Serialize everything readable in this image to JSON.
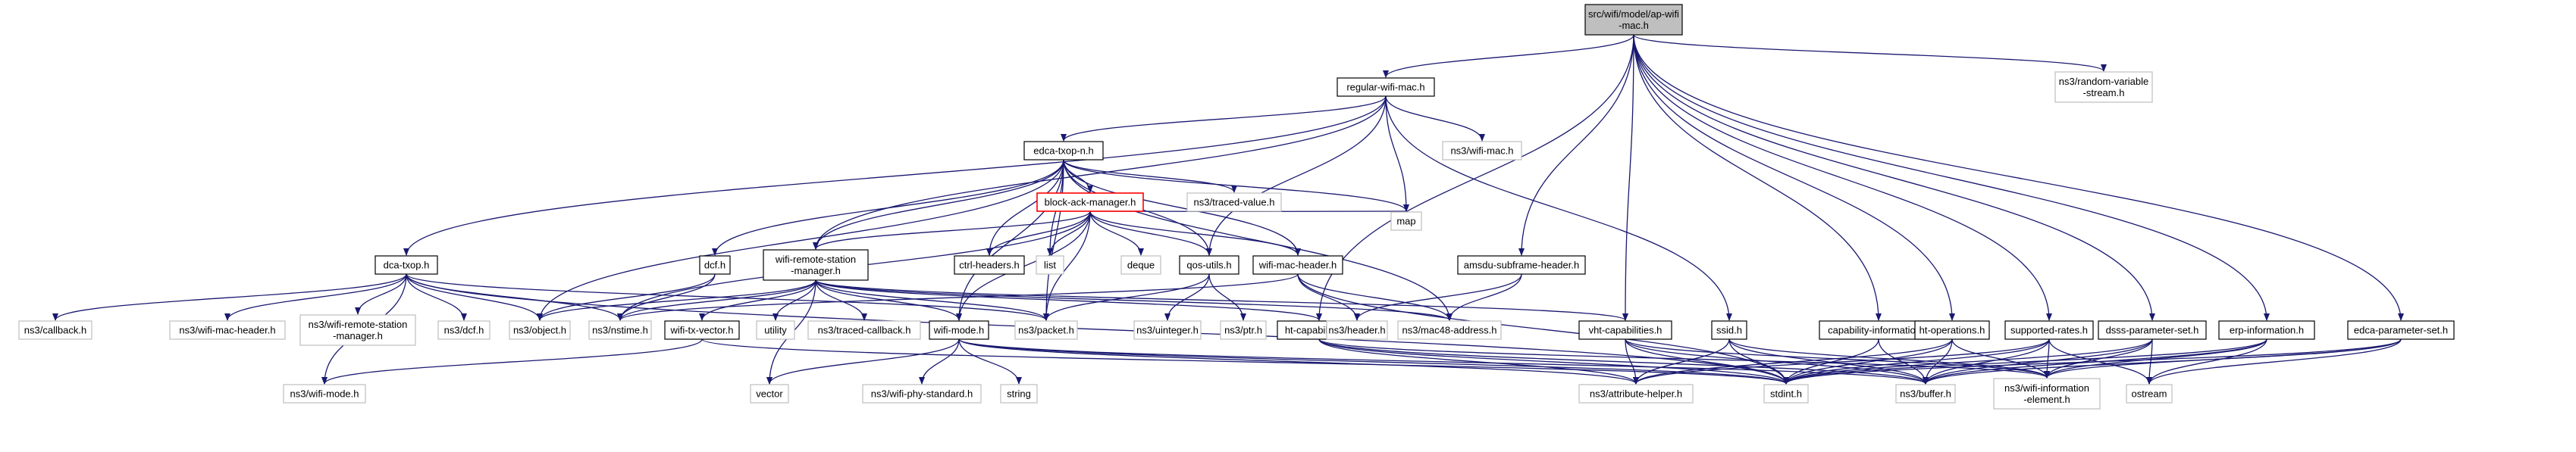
{
  "graph": {
    "title": "src/wifi/model/ap-wifi-mac.h",
    "nodes": [
      {
        "id": "root",
        "label": [
          "src/wifi/model/ap-wifi",
          "-mac.h"
        ],
        "kind": "root"
      },
      {
        "id": "regular-wifi-mac",
        "label": [
          "regular-wifi-mac.h"
        ],
        "kind": "file"
      },
      {
        "id": "random-variable-stream",
        "label": [
          "ns3/random-variable",
          "-stream.h"
        ],
        "kind": "external"
      },
      {
        "id": "edca-txop-n",
        "label": [
          "edca-txop-n.h"
        ],
        "kind": "file"
      },
      {
        "id": "ns3-wifi-mac",
        "label": [
          "ns3/wifi-mac.h"
        ],
        "kind": "external"
      },
      {
        "id": "block-ack-manager",
        "label": [
          "block-ack-manager.h"
        ],
        "kind": "highlighted"
      },
      {
        "id": "ns3-traced-value",
        "label": [
          "ns3/traced-value.h"
        ],
        "kind": "external"
      },
      {
        "id": "map",
        "label": [
          "map"
        ],
        "kind": "external"
      },
      {
        "id": "dca-txop",
        "label": [
          "dca-txop.h"
        ],
        "kind": "file"
      },
      {
        "id": "dcf",
        "label": [
          "dcf.h"
        ],
        "kind": "file"
      },
      {
        "id": "wifi-remote-station-manager",
        "label": [
          "wifi-remote-station",
          "-manager.h"
        ],
        "kind": "file"
      },
      {
        "id": "ctrl-headers",
        "label": [
          "ctrl-headers.h"
        ],
        "kind": "file"
      },
      {
        "id": "list",
        "label": [
          "list"
        ],
        "kind": "external"
      },
      {
        "id": "deque",
        "label": [
          "deque"
        ],
        "kind": "external"
      },
      {
        "id": "qos-utils",
        "label": [
          "qos-utils.h"
        ],
        "kind": "file"
      },
      {
        "id": "wifi-mac-header",
        "label": [
          "wifi-mac-header.h"
        ],
        "kind": "file"
      },
      {
        "id": "amsdu-subframe-header",
        "label": [
          "amsdu-subframe-header.h"
        ],
        "kind": "file"
      },
      {
        "id": "ns3-callback",
        "label": [
          "ns3/callback.h"
        ],
        "kind": "external"
      },
      {
        "id": "ns3-wifi-mac-header",
        "label": [
          "ns3/wifi-mac-header.h"
        ],
        "kind": "external"
      },
      {
        "id": "ns3-wifi-remote-station-manager",
        "label": [
          "ns3/wifi-remote-station",
          "-manager.h"
        ],
        "kind": "external"
      },
      {
        "id": "ns3-dcf",
        "label": [
          "ns3/dcf.h"
        ],
        "kind": "external"
      },
      {
        "id": "ns3-object",
        "label": [
          "ns3/object.h"
        ],
        "kind": "external"
      },
      {
        "id": "ns3-nstime",
        "label": [
          "ns3/nstime.h"
        ],
        "kind": "external"
      },
      {
        "id": "wifi-tx-vector",
        "label": [
          "wifi-tx-vector.h"
        ],
        "kind": "file"
      },
      {
        "id": "utility",
        "label": [
          "utility"
        ],
        "kind": "external"
      },
      {
        "id": "ns3-traced-callback",
        "label": [
          "ns3/traced-callback.h"
        ],
        "kind": "external"
      },
      {
        "id": "wifi-mode",
        "label": [
          "wifi-mode.h"
        ],
        "kind": "file"
      },
      {
        "id": "ns3-packet",
        "label": [
          "ns3/packet.h"
        ],
        "kind": "external"
      },
      {
        "id": "ns3-uinteger",
        "label": [
          "ns3/uinteger.h"
        ],
        "kind": "external"
      },
      {
        "id": "ns3-ptr",
        "label": [
          "ns3/ptr.h"
        ],
        "kind": "external"
      },
      {
        "id": "ht-capabilities",
        "label": [
          "ht-capabilities.h"
        ],
        "kind": "file"
      },
      {
        "id": "ns3-header",
        "label": [
          "ns3/header.h"
        ],
        "kind": "external"
      },
      {
        "id": "ns3-mac48-address",
        "label": [
          "ns3/mac48-address.h"
        ],
        "kind": "external"
      },
      {
        "id": "vht-capabilities",
        "label": [
          "vht-capabilities.h"
        ],
        "kind": "file"
      },
      {
        "id": "ssid",
        "label": [
          "ssid.h"
        ],
        "kind": "file"
      },
      {
        "id": "capability-information",
        "label": [
          "capability-information.h"
        ],
        "kind": "file"
      },
      {
        "id": "ht-operations",
        "label": [
          "ht-operations.h"
        ],
        "kind": "file"
      },
      {
        "id": "supported-rates",
        "label": [
          "supported-rates.h"
        ],
        "kind": "file"
      },
      {
        "id": "dsss-parameter-set",
        "label": [
          "dsss-parameter-set.h"
        ],
        "kind": "file"
      },
      {
        "id": "erp-information",
        "label": [
          "erp-information.h"
        ],
        "kind": "file"
      },
      {
        "id": "edca-parameter-set",
        "label": [
          "edca-parameter-set.h"
        ],
        "kind": "file"
      },
      {
        "id": "ns3-wifi-mode",
        "label": [
          "ns3/wifi-mode.h"
        ],
        "kind": "external"
      },
      {
        "id": "vector",
        "label": [
          "vector"
        ],
        "kind": "external"
      },
      {
        "id": "ns3-wifi-phy-standard",
        "label": [
          "ns3/wifi-phy-standard.h"
        ],
        "kind": "external"
      },
      {
        "id": "string",
        "label": [
          "string"
        ],
        "kind": "external"
      },
      {
        "id": "ns3-attribute-helper",
        "label": [
          "ns3/attribute-helper.h"
        ],
        "kind": "external"
      },
      {
        "id": "stdint",
        "label": [
          "stdint.h"
        ],
        "kind": "external"
      },
      {
        "id": "ns3-buffer",
        "label": [
          "ns3/buffer.h"
        ],
        "kind": "external"
      },
      {
        "id": "ns3-wifi-information-element",
        "label": [
          "ns3/wifi-information",
          "-element.h"
        ],
        "kind": "external"
      },
      {
        "id": "ostream",
        "label": [
          "ostream"
        ],
        "kind": "external"
      }
    ],
    "edges": [
      [
        "root",
        "regular-wifi-mac"
      ],
      [
        "root",
        "random-variable-stream"
      ],
      [
        "root",
        "amsdu-subframe-header"
      ],
      [
        "root",
        "ht-capabilities"
      ],
      [
        "root",
        "vht-capabilities"
      ],
      [
        "root",
        "capability-information"
      ],
      [
        "root",
        "ht-operations"
      ],
      [
        "root",
        "supported-rates"
      ],
      [
        "root",
        "dsss-parameter-set"
      ],
      [
        "root",
        "erp-information"
      ],
      [
        "root",
        "edca-parameter-set"
      ],
      [
        "regular-wifi-mac",
        "edca-txop-n"
      ],
      [
        "regular-wifi-mac",
        "ns3-wifi-mac"
      ],
      [
        "regular-wifi-mac",
        "dca-txop"
      ],
      [
        "regular-wifi-mac",
        "wifi-remote-station-manager"
      ],
      [
        "regular-wifi-mac",
        "qos-utils"
      ],
      [
        "regular-wifi-mac",
        "map"
      ],
      [
        "regular-wifi-mac",
        "ssid"
      ],
      [
        "edca-txop-n",
        "block-ack-manager"
      ],
      [
        "edca-txop-n",
        "ns3-traced-value"
      ],
      [
        "edca-txop-n",
        "map"
      ],
      [
        "edca-txop-n",
        "dcf"
      ],
      [
        "edca-txop-n",
        "wifi-remote-station-manager"
      ],
      [
        "edca-txop-n",
        "ctrl-headers"
      ],
      [
        "edca-txop-n",
        "list"
      ],
      [
        "edca-txop-n",
        "qos-utils"
      ],
      [
        "edca-txop-n",
        "wifi-mac-header"
      ],
      [
        "edca-txop-n",
        "ns3-object"
      ],
      [
        "edca-txop-n",
        "ns3-packet"
      ],
      [
        "edca-txop-n",
        "wifi-mode"
      ],
      [
        "edca-txop-n",
        "ns3-mac48-address"
      ],
      [
        "block-ack-manager",
        "map"
      ],
      [
        "block-ack-manager",
        "list"
      ],
      [
        "block-ack-manager",
        "deque"
      ],
      [
        "block-ack-manager",
        "ctrl-headers"
      ],
      [
        "block-ack-manager",
        "qos-utils"
      ],
      [
        "block-ack-manager",
        "wifi-mac-header"
      ],
      [
        "block-ack-manager",
        "wifi-remote-station-manager"
      ],
      [
        "block-ack-manager",
        "ns3-packet"
      ],
      [
        "block-ack-manager",
        "wifi-mode"
      ],
      [
        "block-ack-manager",
        "ns3-nstime"
      ],
      [
        "dca-txop",
        "ns3-callback"
      ],
      [
        "dca-txop",
        "ns3-wifi-mac-header"
      ],
      [
        "dca-txop",
        "ns3-wifi-remote-station-manager"
      ],
      [
        "dca-txop",
        "ns3-dcf"
      ],
      [
        "dca-txop",
        "ns3-object"
      ],
      [
        "dca-txop",
        "ns3-nstime"
      ],
      [
        "dca-txop",
        "ns3-packet"
      ],
      [
        "dca-txop",
        "ns3-wifi-mode"
      ],
      [
        "dca-txop",
        "stdint"
      ],
      [
        "dcf",
        "ns3-object"
      ],
      [
        "dcf",
        "ns3-nstime"
      ],
      [
        "wifi-remote-station-manager",
        "ns3-object"
      ],
      [
        "wifi-remote-station-manager",
        "ns3-nstime"
      ],
      [
        "wifi-remote-station-manager",
        "wifi-tx-vector"
      ],
      [
        "wifi-remote-station-manager",
        "utility"
      ],
      [
        "wifi-remote-station-manager",
        "ns3-traced-callback"
      ],
      [
        "wifi-remote-station-manager",
        "wifi-mode"
      ],
      [
        "wifi-remote-station-manager",
        "ns3-packet"
      ],
      [
        "wifi-remote-station-manager",
        "ht-capabilities"
      ],
      [
        "wifi-remote-station-manager",
        "vht-capabilities"
      ],
      [
        "wifi-remote-station-manager",
        "vector"
      ],
      [
        "wifi-remote-station-manager",
        "ns3-mac48-address"
      ],
      [
        "qos-utils",
        "ns3-uinteger"
      ],
      [
        "qos-utils",
        "ns3-ptr"
      ],
      [
        "qos-utils",
        "ns3-packet"
      ],
      [
        "wifi-mac-header",
        "ns3-header"
      ],
      [
        "wifi-mac-header",
        "ns3-mac48-address"
      ],
      [
        "wifi-mac-header",
        "ns3-nstime"
      ],
      [
        "wifi-mac-header",
        "stdint"
      ],
      [
        "amsdu-subframe-header",
        "ns3-header"
      ],
      [
        "amsdu-subframe-header",
        "ns3-mac48-address"
      ],
      [
        "wifi-tx-vector",
        "ns3-wifi-mode"
      ],
      [
        "wifi-tx-vector",
        "stdint"
      ],
      [
        "wifi-mode",
        "vector"
      ],
      [
        "wifi-mode",
        "ns3-wifi-phy-standard"
      ],
      [
        "wifi-mode",
        "string"
      ],
      [
        "wifi-mode",
        "ns3-attribute-helper"
      ],
      [
        "wifi-mode",
        "stdint"
      ],
      [
        "wifi-mode",
        "ns3-buffer"
      ],
      [
        "ht-capabilities",
        "stdint"
      ],
      [
        "ht-capabilities",
        "ns3-buffer"
      ],
      [
        "ht-capabilities",
        "ns3-attribute-helper"
      ],
      [
        "ht-capabilities",
        "ns3-wifi-information-element"
      ],
      [
        "vht-capabilities",
        "stdint"
      ],
      [
        "vht-capabilities",
        "ns3-buffer"
      ],
      [
        "vht-capabilities",
        "ns3-attribute-helper"
      ],
      [
        "vht-capabilities",
        "ns3-wifi-information-element"
      ],
      [
        "ssid",
        "stdint"
      ],
      [
        "ssid",
        "ns3-buffer"
      ],
      [
        "ssid",
        "ns3-attribute-helper"
      ],
      [
        "ssid",
        "ns3-wifi-information-element"
      ],
      [
        "capability-information",
        "stdint"
      ],
      [
        "capability-information",
        "ns3-buffer"
      ],
      [
        "ht-operations",
        "stdint"
      ],
      [
        "ht-operations",
        "ns3-buffer"
      ],
      [
        "ht-operations",
        "ns3-attribute-helper"
      ],
      [
        "ht-operations",
        "ns3-wifi-information-element"
      ],
      [
        "supported-rates",
        "stdint"
      ],
      [
        "supported-rates",
        "ns3-buffer"
      ],
      [
        "supported-rates",
        "ns3-attribute-helper"
      ],
      [
        "supported-rates",
        "ns3-wifi-information-element"
      ],
      [
        "supported-rates",
        "ostream"
      ],
      [
        "dsss-parameter-set",
        "stdint"
      ],
      [
        "dsss-parameter-set",
        "ns3-buffer"
      ],
      [
        "dsss-parameter-set",
        "ns3-wifi-information-element"
      ],
      [
        "dsss-parameter-set",
        "ostream"
      ],
      [
        "erp-information",
        "stdint"
      ],
      [
        "erp-information",
        "ns3-buffer"
      ],
      [
        "erp-information",
        "ns3-wifi-information-element"
      ],
      [
        "erp-information",
        "ostream"
      ],
      [
        "edca-parameter-set",
        "stdint"
      ],
      [
        "edca-parameter-set",
        "ns3-buffer"
      ],
      [
        "edca-parameter-set",
        "ns3-wifi-information-element"
      ],
      [
        "edca-parameter-set",
        "ostream"
      ]
    ]
  }
}
